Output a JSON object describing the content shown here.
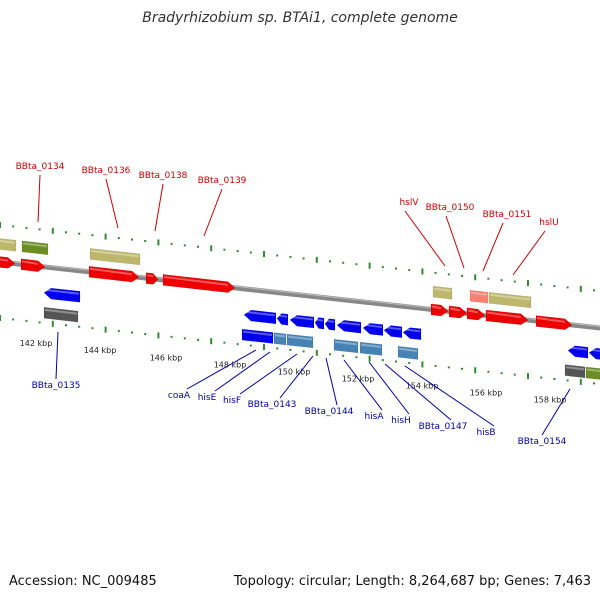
{
  "title": "Bradyrhizobium sp. BTAi1, complete genome",
  "footer": {
    "accession": "Accession: NC_009485",
    "topology": "Topology: circular; Length: 8,264,687 bp; Genes: 7,463"
  },
  "colors": {
    "forward_label": "#cc0000",
    "reverse_label": "#0000aa",
    "backbone": "#888888",
    "tick": "#2e8b2e",
    "gene_red": "#ee0000",
    "gene_blue": "#0000ee",
    "gene_steel": "#4682b4",
    "gene_khaki": "#bdb76b",
    "gene_olive": "#6b8e23",
    "gene_gray": "#555555",
    "gene_salmon": "#fa8072"
  },
  "scale_labels": [
    "142 kbp",
    "144 kbp",
    "146 kbp",
    "148 kbp",
    "150 kbp",
    "152 kbp",
    "154 kbp",
    "156 kbp",
    "158 kbp"
  ],
  "forward_gene_labels": [
    "BBta_0134",
    "BBta_0136",
    "BBta_0138",
    "BBta_0139",
    "hslV",
    "BBta_0150",
    "BBta_0151",
    "hslU"
  ],
  "reverse_gene_labels": [
    "BBta_0135",
    "coaA",
    "hisE",
    "hisF",
    "BBta_0143",
    "BBta_0144",
    "hisA",
    "hisH",
    "BBta_0147",
    "hisB",
    "BBta_0154"
  ]
}
